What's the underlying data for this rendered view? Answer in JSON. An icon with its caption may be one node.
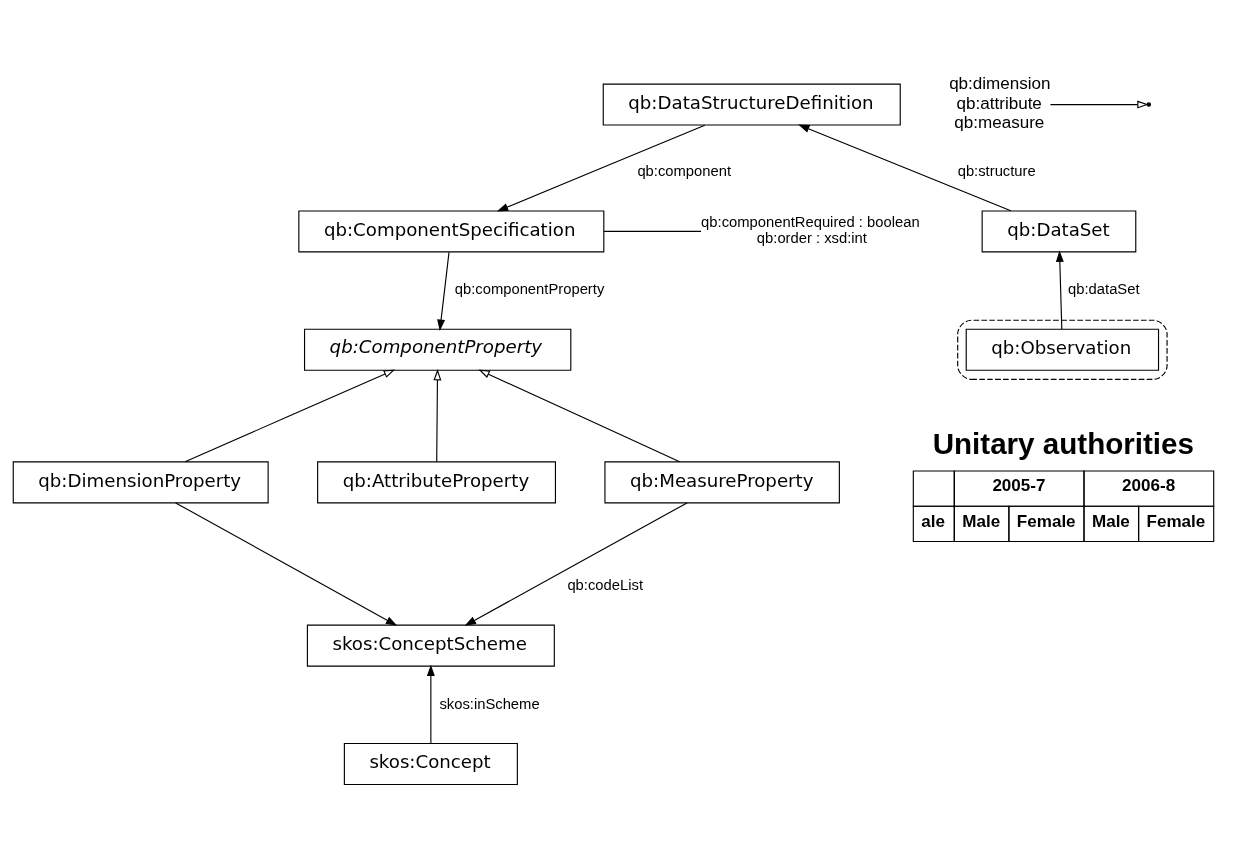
{
  "diagram": {
    "nodes": [
      {
        "text": [
          "qb:DataStructureDefinition"
        ]
      },
      {
        "text": [
          "qb:ComponentSpecification"
        ]
      },
      {
        "text": [
          "qb:ComponentProperty"
        ]
      },
      {
        "text": [
          "qb:DimensionProperty"
        ]
      },
      {
        "text": [
          "qb:AttributeProperty"
        ]
      },
      {
        "text": [
          "qb:MeasureProperty"
        ]
      },
      {
        "text": [
          "skos:ConceptScheme"
        ]
      },
      {
        "text": [
          "skos:Concept"
        ]
      },
      {
        "text": [],
        "shape": "box"
      },
      {
        "text": [
          "qb:DataSet"
        ]
      },
      {
        "text": [
          "qb:Observation"
        ],
        "in": 8
      },
      {
        "text": [
          "qb:componentRequired : boolean",
          "qb:order : xsd:int"
        ]
      },
      {
        "text": [
          "qb:dimension",
          "qb:attribute",
          "qb:measure"
        ]
      }
    ],
    "edges": [
      {
        "from": 0,
        "to": 1,
        "arrow": "to",
        "label": "qb:component"
      },
      {
        "from": 9,
        "to": 0,
        "arrow": "to",
        "label": "qb:structure"
      },
      {
        "from": 1,
        "to": 2,
        "arrow": "to",
        "label": "qb:componentProperty"
      },
      {
        "from": 1,
        "to": 11,
        "arrow": "none"
      },
      {
        "from": 12,
        "to": null,
        "arrow": "to"
      },
      {
        "from": 3,
        "to": 2,
        "arrow": "to"
      },
      {
        "from": 4,
        "to": 2,
        "arrow": "to"
      },
      {
        "from": 5,
        "to": 2,
        "arrow": "to"
      },
      {
        "from": 3,
        "to": 6,
        "arrow": "to"
      },
      {
        "from": 5,
        "to": 6,
        "arrow": "to",
        "label": "qb:codeList"
      },
      {
        "from": 7,
        "to": 6,
        "arrow": "to",
        "label": "skos:inScheme"
      },
      {
        "from": 10,
        "to": 9,
        "arrow": "to",
        "label": "qb:dataSet"
      }
    ],
    "labels": [
      "Unitary authorities",
      "2005-7",
      "2006-8",
      "ale",
      "Male",
      "Female",
      "Male",
      "Female"
    ]
  }
}
